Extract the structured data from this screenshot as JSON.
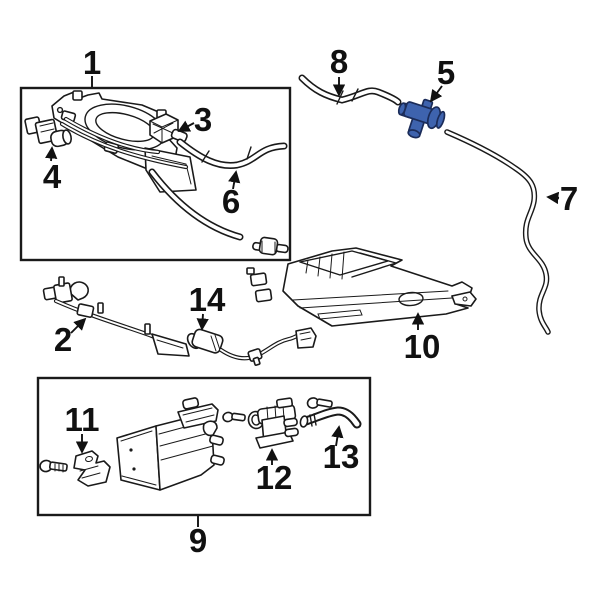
{
  "diagram": {
    "type": "exploded-parts-diagram",
    "background_color": "#ffffff",
    "line_color": "#1a1a1a",
    "highlight_color": "#3e63ae",
    "highlighted_callout": "5",
    "callouts": [
      {
        "label": "1"
      },
      {
        "label": "2"
      },
      {
        "label": "3"
      },
      {
        "label": "4"
      },
      {
        "label": "5"
      },
      {
        "label": "6"
      },
      {
        "label": "7"
      },
      {
        "label": "8"
      },
      {
        "label": "9"
      },
      {
        "label": "10"
      },
      {
        "label": "11"
      },
      {
        "label": "12"
      },
      {
        "label": "13"
      },
      {
        "label": "14"
      }
    ]
  }
}
